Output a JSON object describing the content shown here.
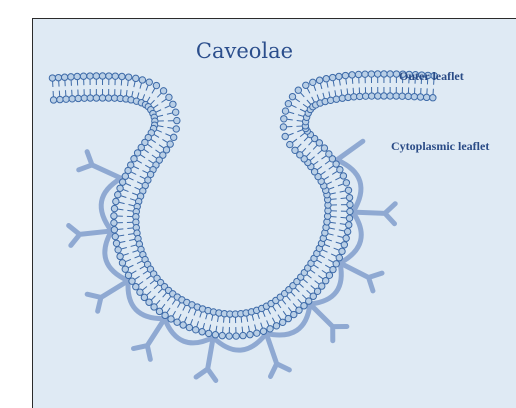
{
  "diagram": {
    "title": "Caveolae",
    "labels": {
      "outer_leaflet": "Outer leaflet",
      "cytoplasmic_leaflet": "Cytoplasmic leaflet"
    },
    "colors": {
      "background": "#dfeaf4",
      "membrane": "#3d6aa8",
      "membrane_fill": "#b9cfe6",
      "protein_coat": "#8fa9d2",
      "text": "#2b4e8c"
    },
    "components": [
      "lipid-bilayer",
      "protein-coat"
    ]
  }
}
